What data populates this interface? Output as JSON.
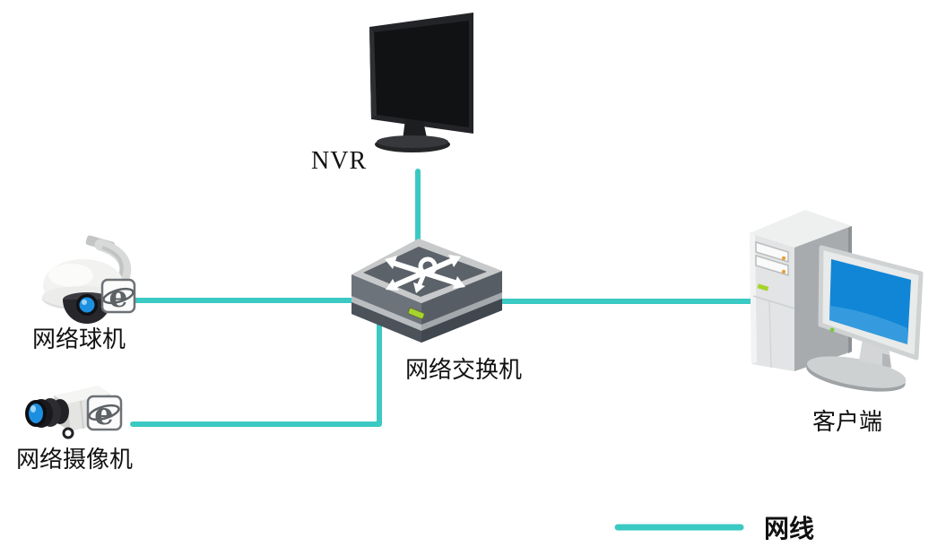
{
  "diagram": {
    "type": "network-topology",
    "nodes": [
      {
        "id": "nvr",
        "label": "NVR",
        "device": "monitor-display"
      },
      {
        "id": "ptz_camera",
        "label": "网络球机",
        "device": "speed-dome-camera"
      },
      {
        "id": "box_camera",
        "label": "网络摄像机",
        "device": "box-camera"
      },
      {
        "id": "switch",
        "label": "网络交换机",
        "device": "ethernet-switch"
      },
      {
        "id": "client",
        "label": "客户端",
        "device": "desktop-computer"
      }
    ],
    "connections": [
      {
        "from": "nvr",
        "to": "switch",
        "cable": "网线"
      },
      {
        "from": "ptz_camera",
        "to": "switch",
        "cable": "网线"
      },
      {
        "from": "box_camera",
        "to": "switch",
        "cable": "网线"
      },
      {
        "from": "switch",
        "to": "client",
        "cable": "网线"
      }
    ],
    "legend": {
      "cable_label": "网线"
    },
    "colors": {
      "cable": "#3BC9C3",
      "led_green": "#A6D42F",
      "pc_screen_blue": "#1186D6",
      "lens_blue": "#1D8FE0"
    }
  },
  "labels": {
    "nvr": "NVR",
    "ptz": "网络球机",
    "boxcam": "网络摄像机",
    "switch": "网络交换机",
    "client": "客户端",
    "legend": "网线"
  }
}
